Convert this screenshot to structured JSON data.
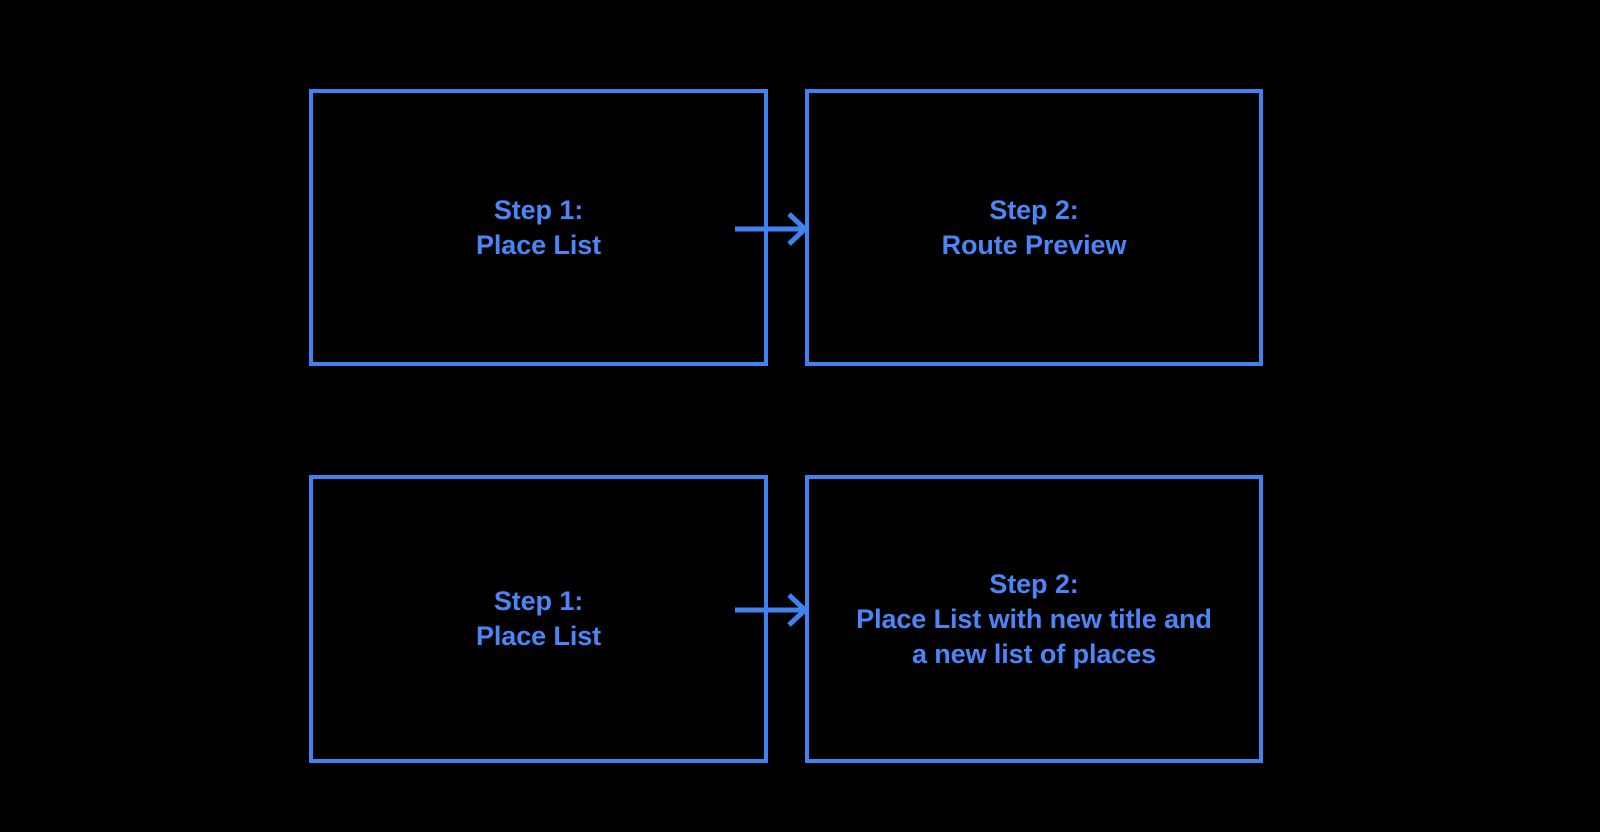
{
  "diagram": {
    "title": "Two-flow step diagram",
    "background_color": "#000000",
    "accent_color": "#3f82f0",
    "text_color": "#4a86f7",
    "flows": [
      {
        "id": "flow-route-preview",
        "nodes": [
          {
            "id": "step1-top",
            "label": "Step 1:\nPlace List"
          },
          {
            "id": "step2-top",
            "label": "Step 2:\nRoute Preview"
          }
        ],
        "connector": {
          "id": "arrow-top",
          "icon": "arrow-right-icon",
          "direction": "right"
        }
      },
      {
        "id": "flow-new-place-list",
        "nodes": [
          {
            "id": "step1-bottom",
            "label": "Step 1:\nPlace List"
          },
          {
            "id": "step2-bottom",
            "label": "Step 2:\nPlace List with new title and\na new list of places"
          }
        ],
        "connector": {
          "id": "arrow-bottom",
          "icon": "arrow-right-icon",
          "direction": "right"
        }
      }
    ]
  }
}
